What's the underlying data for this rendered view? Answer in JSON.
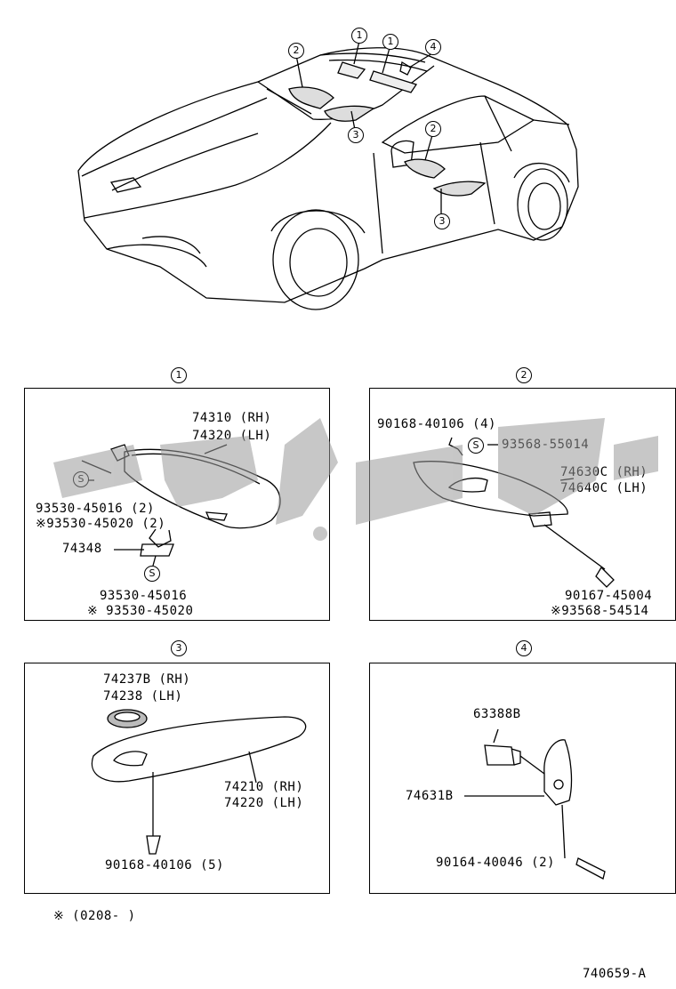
{
  "callouts": {
    "c1": "1",
    "c2": "2",
    "c3": "3",
    "c4": "4"
  },
  "panel1": {
    "num": "1",
    "p74310": "74310 (RH)",
    "p74320": "74320 (LH)",
    "s_a": "S",
    "p93530a": "93530-45016 (2)",
    "p93530b": "※93530-45020 (2)",
    "p74348": "74348",
    "s_b": "S",
    "p93530c": "93530-45016",
    "p93530d": "※ 93530-45020"
  },
  "panel2": {
    "num": "2",
    "p90168": "90168-40106 (4)",
    "s": "S",
    "p93568": "93568-55014",
    "p74630": "74630C (RH)",
    "p74640": "74640C (LH)",
    "p90167": "90167-45004",
    "p93568b": "※93568-54514"
  },
  "panel3": {
    "num": "3",
    "p74237": "74237B (RH)",
    "p74238": "74238  (LH)",
    "p74210": "74210 (RH)",
    "p74220": "74220 (LH)",
    "p90168": "90168-40106 (5)"
  },
  "panel4": {
    "num": "4",
    "p63388": "63388B",
    "p74631": "74631B",
    "p90164": "90164-40046 (2)"
  },
  "footnote": "※ (0208-      )",
  "diagram_id": "740659-A"
}
